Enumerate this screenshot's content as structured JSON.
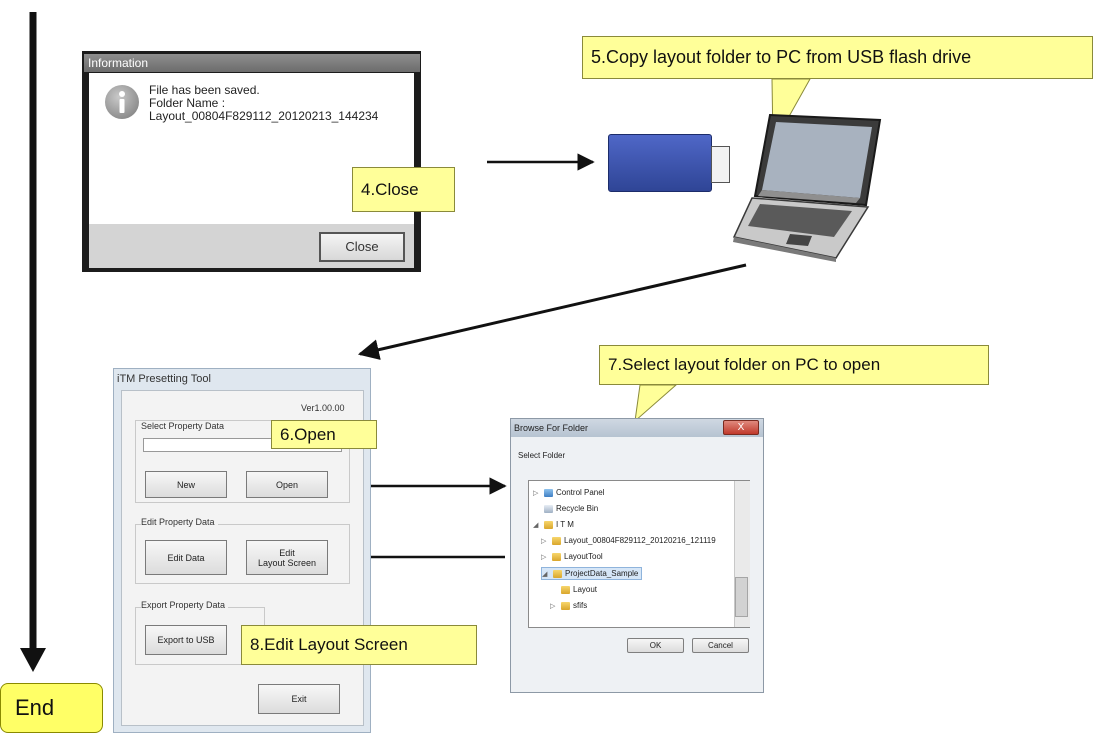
{
  "end_label": "End",
  "callouts": {
    "step4": "4.Close",
    "step5": "5.Copy layout folder to PC from USB flash drive",
    "step6": "6.Open",
    "step7": "7.Select layout folder on PC to open",
    "step8": "8.Edit Layout Screen"
  },
  "info_dialog": {
    "title": "Information",
    "message_line1": "File has been saved.",
    "message_line2": "Folder Name :",
    "message_line3": "Layout_00804F829112_20120213_144234",
    "close_button": "Close"
  },
  "itm_tool": {
    "title": "iTM Presetting Tool",
    "version": "Ver1.00.00",
    "select_section": "Select Property Data",
    "new_button": "New",
    "open_button": "Open",
    "edit_section": "Edit Property Data",
    "edit_data_button": "Edit Data",
    "edit_layout_line1": "Edit",
    "edit_layout_line2": "Layout Screen",
    "export_section": "Export Property Data",
    "export_button": "Export to USB",
    "exit_button": "Exit"
  },
  "browse_dialog": {
    "title": "Browse For Folder",
    "close_glyph": "X",
    "subtitle": "Select Folder",
    "tree": [
      "Control Panel",
      "Recycle Bin",
      "I T M",
      "Layout_00804F829112_20120216_121119",
      "LayoutTool",
      "ProjectData_Sample",
      "Layout",
      "sfifs"
    ],
    "ok_button": "OK",
    "cancel_button": "Cancel"
  },
  "colors": {
    "callout_fill": "#ffff99",
    "end_fill": "#ffff66",
    "usb_blue": "#3b52a8"
  }
}
